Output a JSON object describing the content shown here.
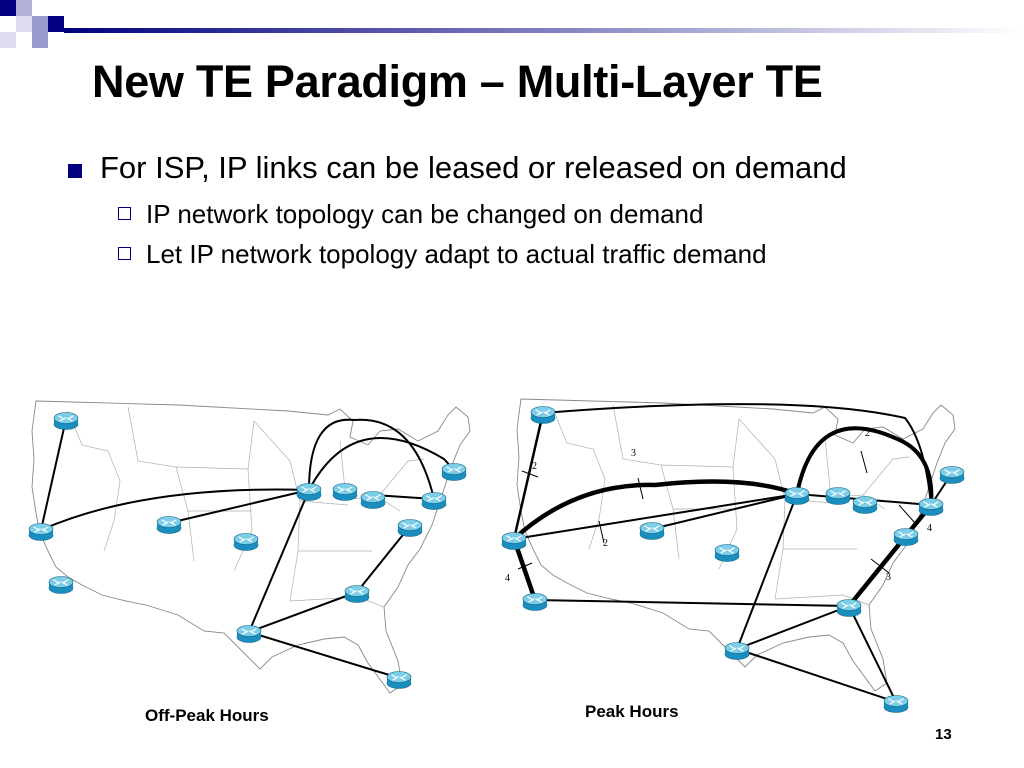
{
  "slide": {
    "title": "New TE Paradigm – Multi-Layer TE",
    "bullet": "For ISP, IP links can be leased or released on demand",
    "subbullets": [
      "IP network topology can be changed on demand",
      "Let IP network topology adapt to actual traffic demand"
    ],
    "page_number": "13"
  },
  "maps": {
    "off_peak": {
      "caption": "Off-Peak Hours"
    },
    "peak": {
      "caption": "Peak Hours",
      "link_labels": [
        "2",
        "3",
        "2",
        "2",
        "4",
        "4",
        "3"
      ]
    }
  },
  "colors": {
    "bullet": "#000080",
    "deco_dark": "#000080",
    "deco_light": "#9999cc",
    "router_body": "#1a8fbf",
    "router_top": "#7ccde8"
  }
}
